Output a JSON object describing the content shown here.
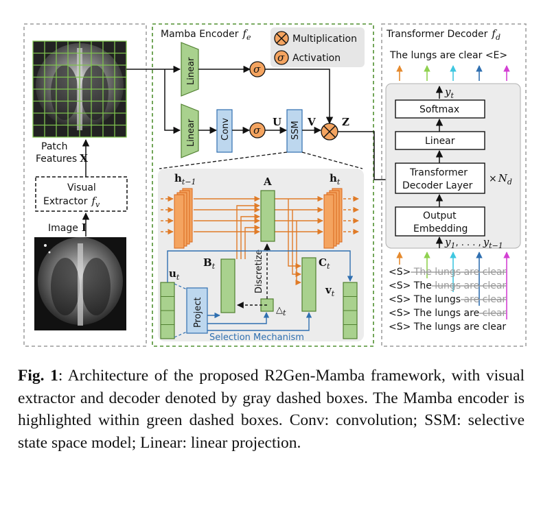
{
  "panels": {
    "encoder_title": "Mamba Encoder",
    "encoder_symbol": "f",
    "encoder_sub": "e",
    "decoder_title": "Transformer Decoder",
    "decoder_symbol": "f",
    "decoder_sub": "d"
  },
  "legend": {
    "multiplication": "Multiplication",
    "activation": "Activation",
    "sigma": "σ"
  },
  "left": {
    "patch_line1": "Patch",
    "patch_line2": "Features",
    "patch_symbol": "X",
    "extractor_line1": "Visual",
    "extractor_line2": "Extractor",
    "extractor_symbol": "f",
    "extractor_sub": "v",
    "image_label": "Image",
    "image_symbol": "I"
  },
  "encoder": {
    "linear": "Linear",
    "conv": "Conv",
    "ssm": "SSM",
    "U": "U",
    "V": "V",
    "Z": "Z",
    "h": "h",
    "h_prev_sub": "t−1",
    "h_sub": "t",
    "A": "A",
    "B": "B",
    "C": "C",
    "t": "t",
    "u": "u",
    "v": "v",
    "project": "Project",
    "discretize": "Discretize",
    "delta": "△",
    "selection": "Selection Mechanism"
  },
  "decoder": {
    "output_sentence": "The lungs are clear <E>",
    "y": "y",
    "y_sub": "t",
    "softmax": "Softmax",
    "linear": "Linear",
    "layer_line1": "Transformer",
    "layer_line2": "Decoder Layer",
    "times": "×",
    "N": "N",
    "N_sub": "d",
    "embed_line1": "Output",
    "embed_line2": "Embedding",
    "inputs_y1": "y",
    "inputs_sub1": "1",
    "inputs_dots": ", . . . ,",
    "inputs_yt": "y",
    "inputs_subt": "t−1",
    "rows": [
      {
        "prefix": "<S>",
        "shown": "",
        "struck": "The lungs are clear"
      },
      {
        "prefix": "<S>",
        "shown": "The",
        "struck": "lungs are clear"
      },
      {
        "prefix": "<S>",
        "shown": "The lungs",
        "struck": "are clear"
      },
      {
        "prefix": "<S>",
        "shown": "The lungs are",
        "struck": "clear"
      },
      {
        "prefix": "<S>",
        "shown": "The lungs are clear",
        "struck": ""
      }
    ],
    "arrow_colors": [
      "#e58a2e",
      "#8fd14f",
      "#3fc7e0",
      "#2f6fb0",
      "#d33fd3"
    ]
  },
  "caption": {
    "label": "Fig. 1",
    "text": ": Architecture of the proposed R2Gen-Mamba framework, with visual extractor and decoder denoted by gray dashed boxes. The Mamba encoder is highlighted within green dashed boxes. Conv: convolution; SSM: selective state space model; Linear: linear projection."
  },
  "colors": {
    "green_fill": "#a9d18e",
    "green_stroke": "#4f7f2f",
    "blue_fill": "#bdd7ee",
    "blue_stroke": "#2f6fb0",
    "orange": "#e07b27",
    "orange_fill": "#f4a460"
  }
}
